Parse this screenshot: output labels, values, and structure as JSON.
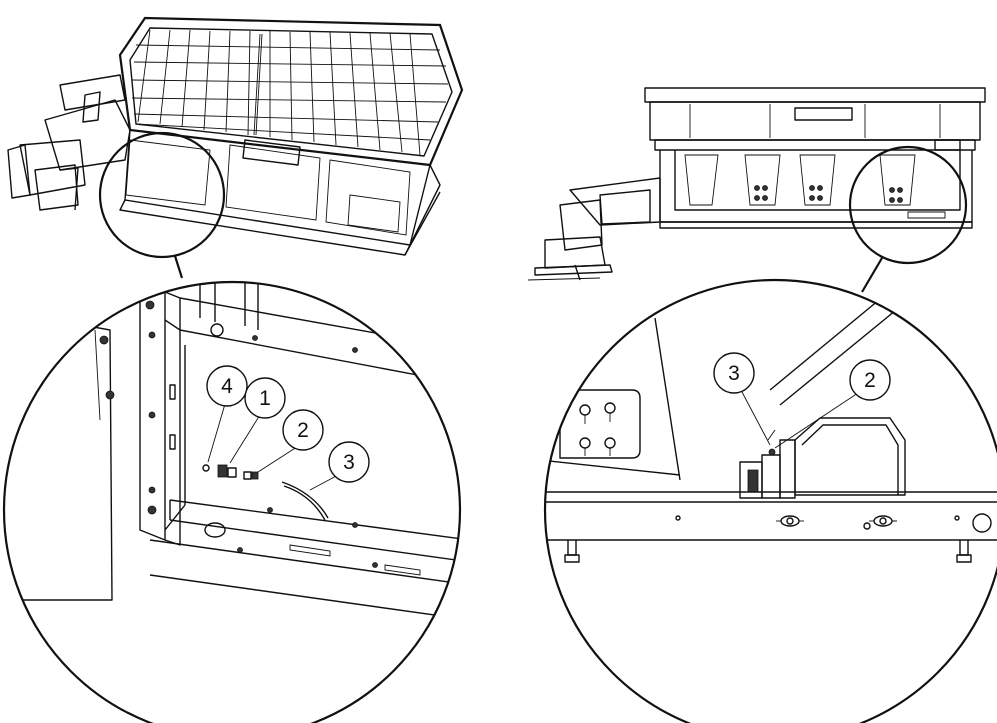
{
  "left_callouts": [
    {
      "label": "4"
    },
    {
      "label": "1"
    },
    {
      "label": "2"
    },
    {
      "label": "3"
    }
  ],
  "right_callouts": [
    {
      "label": "3"
    },
    {
      "label": "2"
    }
  ]
}
